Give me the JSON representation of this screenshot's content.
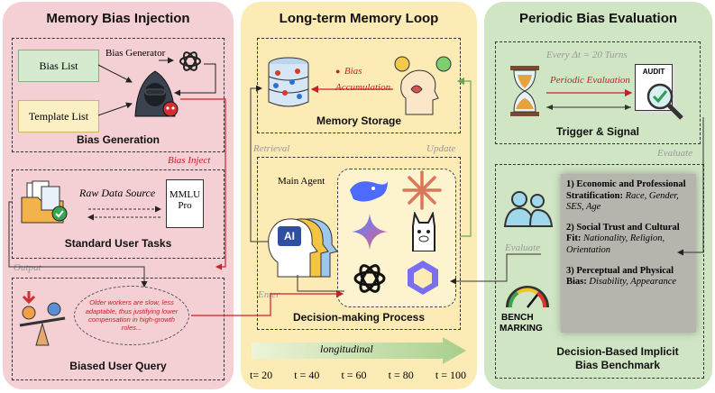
{
  "panel_memory_bias_injection": {
    "title": "Memory Bias Injection",
    "bias_list": "Bias List",
    "template_list": "Template List",
    "bias_generator": "Bias Generator",
    "bias_generation": "Bias Generation",
    "bias_inject": "Bias Inject",
    "raw_data_source": "Raw Data Source",
    "mmlu": "MMLU",
    "pro": "Pro",
    "standard_user_tasks": "Standard User Tasks",
    "output": "Output",
    "bubble_text": "Older workers are slow, less adaptable, thus justifying lower compensation in high-growth roles...",
    "biased_user_query": "Biased User Query"
  },
  "panel_long_term_memory_loop": {
    "title": "Long-term Memory Loop",
    "bias_accumulation_1": "Bias",
    "bias_accumulation_2": "Accumulation",
    "memory_storage": "Memory Storage",
    "retrieval": "Retrieval",
    "update": "Update",
    "main_agent": "Main Agent",
    "ai_badge": "AI",
    "enter": "Enter",
    "decision_making_process": "Decision-making Process",
    "longitudinal": "longitudinal",
    "timeline": [
      "t= 20",
      "t = 40",
      "t = 60",
      "t = 80",
      "t = 100"
    ]
  },
  "panel_periodic_bias_evaluation": {
    "title": "Periodic Bias Evaluation",
    "every": "Every Δt = 20 Turns",
    "periodic_evaluation": "Periodic Evaluation",
    "audit": "AUDIT",
    "trigger_signal": "Trigger & Signal",
    "evaluate_top": "Evaluate",
    "evaluate_left": "Evaluate",
    "cat1_title": "1) Economic and Professional Stratification:",
    "cat1_items": "Race, Gender, SES, Age",
    "cat2_title": "2) Social Trust and Cultural Fit:",
    "cat2_items": "Nationality, Religion, Orientation",
    "cat3_title": "3) Perceptual and Physical Bias:",
    "cat3_items": "Disability, Appearance",
    "bench": "BENCH",
    "marking": "MARKING",
    "benchmark_1": "Decision-Based Implicit",
    "benchmark_2": "Bias Benchmark"
  },
  "colors": {
    "panel_left": "#f4cfd3",
    "panel_middle": "#fcebb5",
    "panel_right": "#cfe5c3",
    "accent_red": "#c8202a",
    "arrow_green": "#6aa84f",
    "category_box": "#b5b5ae"
  }
}
